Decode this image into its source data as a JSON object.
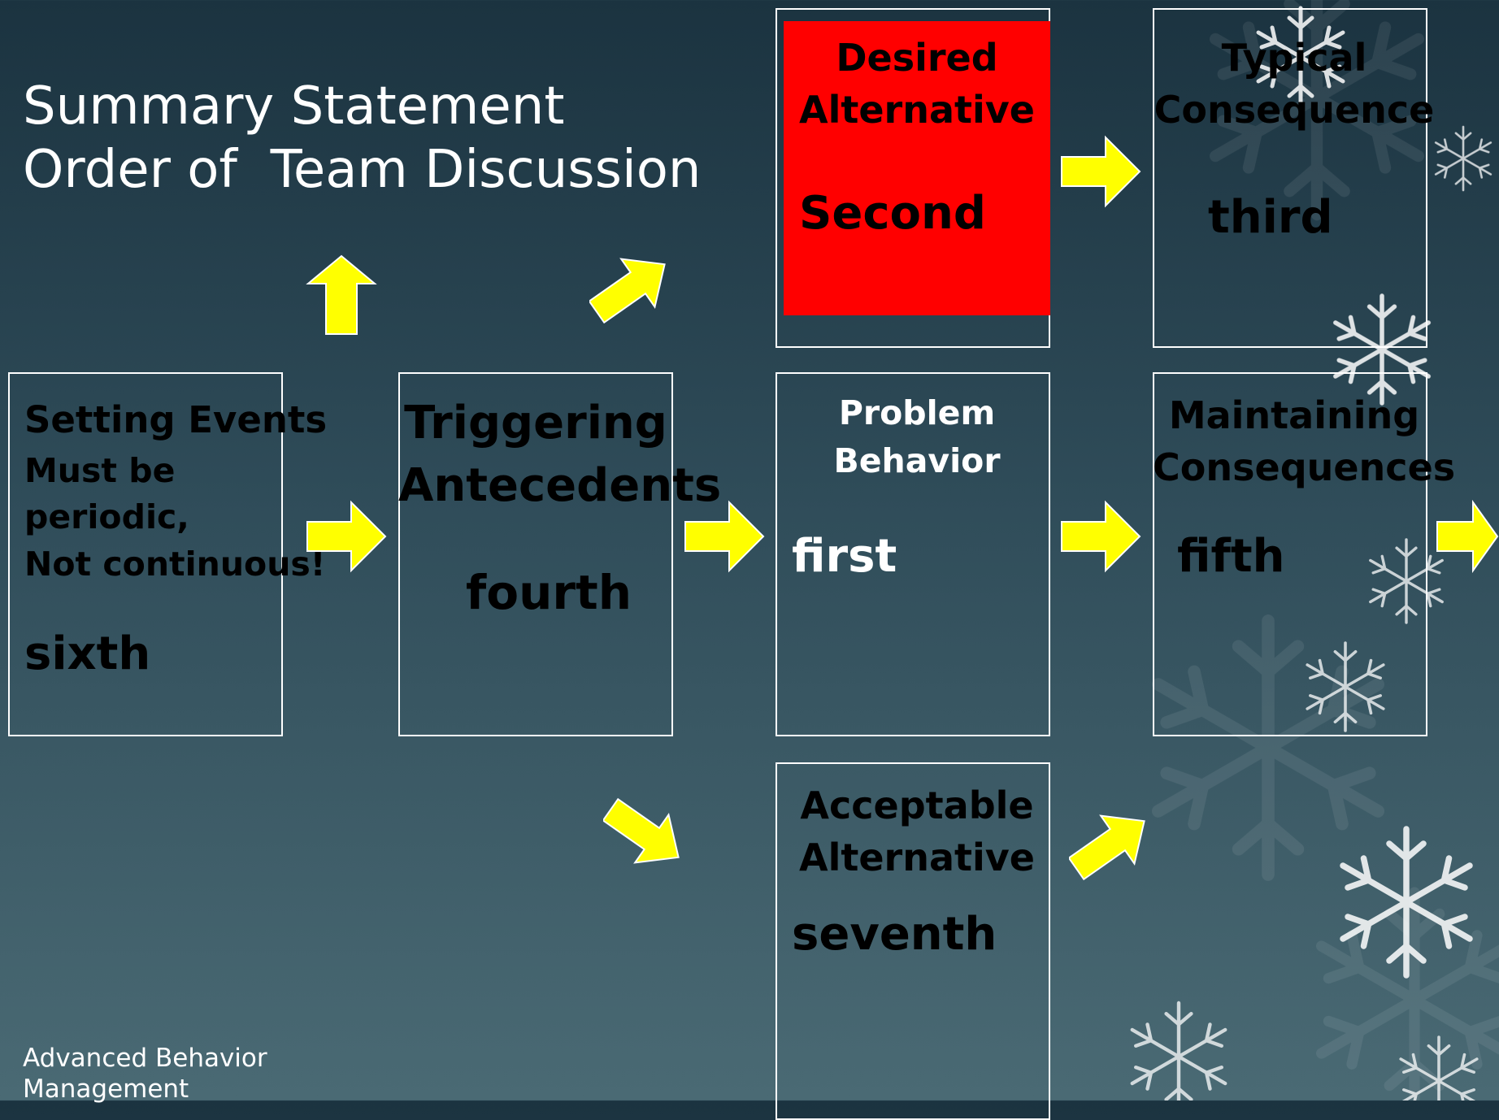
{
  "title": {
    "line1": "Summary Statement",
    "line2": "Order of  Team Discussion"
  },
  "footer": {
    "line1": "Advanced Behavior",
    "line2": "Management"
  },
  "boxes": {
    "setting_events": {
      "heading": "Setting Events",
      "line2": "Must be",
      "line3": "periodic,",
      "line4": "Not continuous!",
      "order": "sixth"
    },
    "triggering_antecedents": {
      "line1": "Triggering",
      "line2": "Antecedents",
      "order": "fourth"
    },
    "desired_alternative": {
      "line1": "Desired",
      "line2": "Alternative",
      "order": "Second"
    },
    "typical_consequence": {
      "line1": "Typical",
      "line2": "Consequence",
      "order": "third"
    },
    "problem_behavior": {
      "line1": "Problem",
      "line2": "Behavior",
      "order": "first"
    },
    "maintaining_consequences": {
      "line1": "Maintaining",
      "line2": "Consequences",
      "order": "fifth"
    },
    "acceptable_alternative": {
      "line1": "Acceptable",
      "line2": "Alternative",
      "order": "seventh"
    }
  },
  "colors": {
    "arrow": "#ffff00",
    "highlight": "#ff0000",
    "box_border": "#ffffff"
  }
}
